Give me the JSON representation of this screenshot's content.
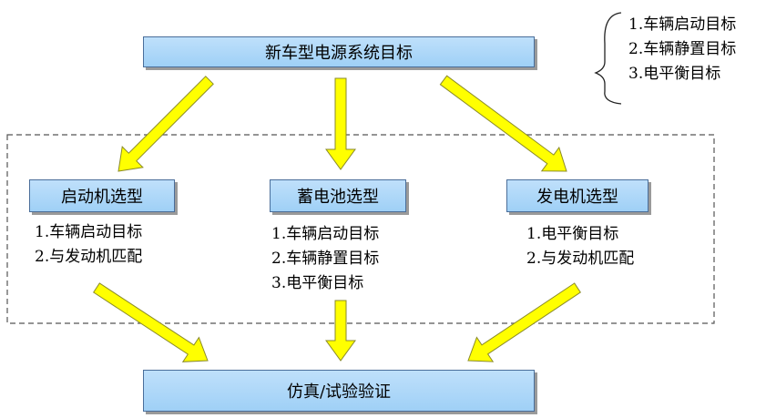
{
  "top_box": {
    "label": "新车型电源系统目标"
  },
  "top_targets": [
    "1.车辆启动目标",
    "2.车辆静置目标",
    "3.电平衡目标"
  ],
  "modules": [
    {
      "label": "启动机选型",
      "items": [
        "1.车辆启动目标",
        "2.与发动机匹配"
      ]
    },
    {
      "label": "蓄电池选型",
      "items": [
        "1.车辆启动目标",
        "2.车辆静置目标",
        "3.电平衡目标"
      ]
    },
    {
      "label": "发电机选型",
      "items": [
        "1.电平衡目标",
        "2.与发动机匹配"
      ]
    }
  ],
  "bottom_box": {
    "label": "仿真/试验验证"
  },
  "colors": {
    "box_fill": "#a8d4f8",
    "box_border": "#4a6e9a",
    "arrow_fill": "#ffff00",
    "arrow_stroke": "#8a8a2a",
    "dashed": "#555555"
  }
}
